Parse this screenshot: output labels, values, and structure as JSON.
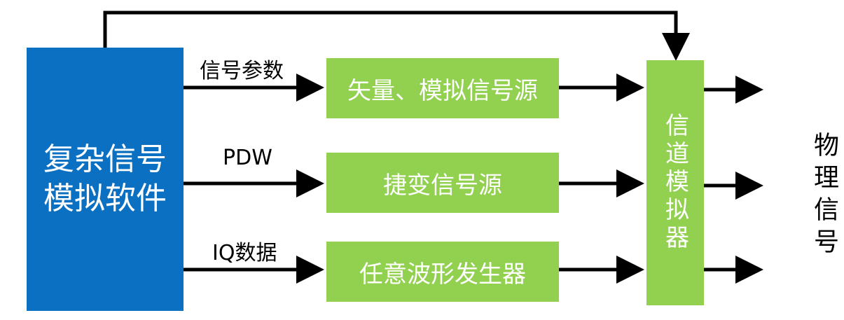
{
  "software": {
    "label": "复杂信号模拟软件",
    "color": "#0b70c2"
  },
  "sources": [
    {
      "label": "矢量、模拟信号源",
      "input": "信号参数"
    },
    {
      "label": "捷变信号源",
      "input": "PDW"
    },
    {
      "label": "任意波形发生器",
      "input": "IQ数据"
    }
  ],
  "channel_simulator": {
    "label": "信道模拟器"
  },
  "output": {
    "label": "物理信号"
  },
  "colors": {
    "block_green": "#92d050",
    "block_blue": "#0b70c2",
    "arrow": "#000000"
  }
}
